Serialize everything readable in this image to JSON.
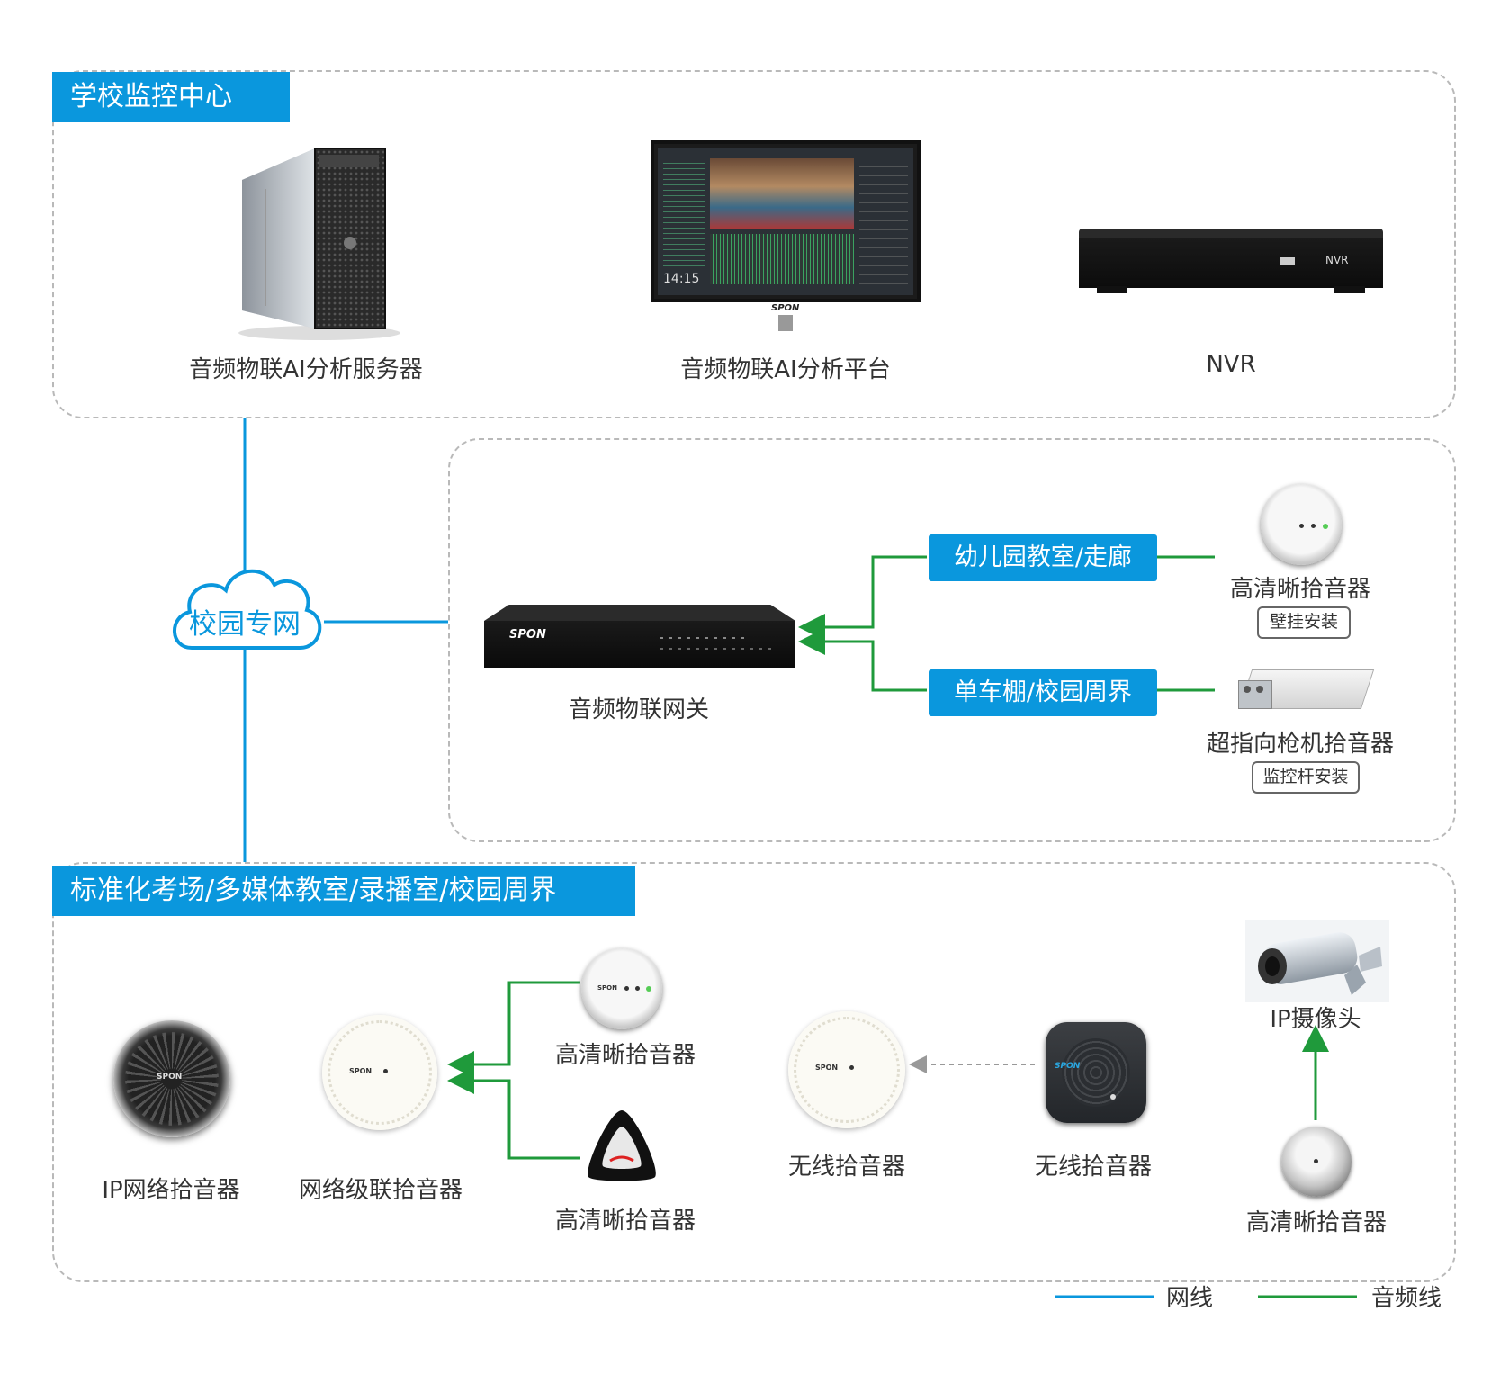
{
  "colors": {
    "accent": "#0a97dd",
    "network_line": "#0a97dd",
    "audio_line": "#1f9a3b",
    "panel_border": "#b9b9b9"
  },
  "monitor_center": {
    "title": "学校监控中心",
    "items": [
      {
        "label": "音频物联AI分析服务器",
        "icon": "tower-server-icon"
      },
      {
        "label": "音频物联AI分析平台",
        "icon": "monitor-icon",
        "screen_brand": "SPON",
        "screen_time": "14:15"
      },
      {
        "label": "NVR",
        "icon": "nvr-icon",
        "device_text": "NVR"
      }
    ]
  },
  "network": {
    "cloud_label": "校园专网"
  },
  "gateway_panel": {
    "gateway": {
      "label": "音频物联网关",
      "brand": "SPON"
    },
    "branches": [
      {
        "tag": "幼儿园教室/走廊",
        "device": "高清晰拾音器",
        "install": "壁挂安装"
      },
      {
        "tag": "单车棚/校园周界",
        "device": "超指向枪机拾音器",
        "install": "监控杆安装"
      }
    ]
  },
  "scenes": {
    "title": "标准化考场/多媒体教室/录播室/校园周界",
    "ip_mic": {
      "label": "IP网络拾音器",
      "brand": "SPON"
    },
    "cascade_mic": {
      "label": "网络级联拾音器",
      "brand": "SPON"
    },
    "cascade_top": {
      "label": "高清晰拾音器",
      "brand": "SPON"
    },
    "cascade_bottom": {
      "label": "高清晰拾音器"
    },
    "wireless_rx": {
      "label": "无线拾音器",
      "brand": "SPON"
    },
    "wireless_tx": {
      "label": "无线拾音器",
      "brand": "SPON"
    },
    "ip_camera": {
      "label": "IP摄像头"
    },
    "camera_mic": {
      "label": "高清晰拾音器"
    }
  },
  "legend": [
    {
      "label": "网线",
      "color": "#0a97dd"
    },
    {
      "label": "音频线",
      "color": "#1f9a3b"
    }
  ]
}
